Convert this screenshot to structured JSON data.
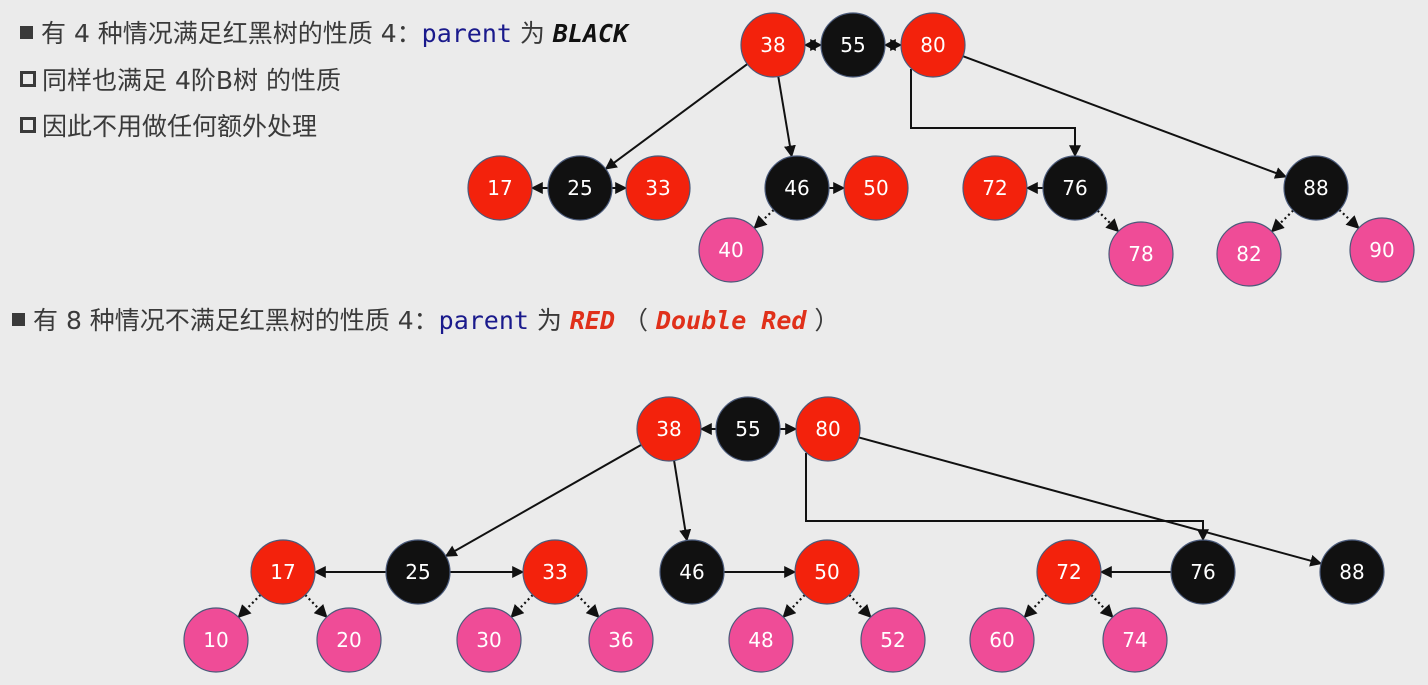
{
  "colors": {
    "red": "#f3220c",
    "black": "#111111",
    "pink": "#ef4c97",
    "node_stroke": "#4a5a7a"
  },
  "section1": {
    "bullet1": {
      "prefix": "有 4 种情况满足红黑树的性质 4：",
      "code": "parent",
      "mid": " 为 ",
      "emph": "BLACK"
    },
    "bullet2": "同样也满足 4阶B树 的性质",
    "bullet3": "因此不用做任何额外处理"
  },
  "section2": {
    "bullet1": {
      "prefix": "有 8 种情况不满足红黑树的性质 4：",
      "code": "parent",
      "mid": " 为 ",
      "emph1": "RED",
      "open": " （ ",
      "emph2": "Double Red",
      "close": " ）"
    }
  },
  "tree_top": {
    "nodes": [
      {
        "id": "t38",
        "label": "38",
        "color": "red"
      },
      {
        "id": "t55",
        "label": "55",
        "color": "black"
      },
      {
        "id": "t80",
        "label": "80",
        "color": "red"
      },
      {
        "id": "t17",
        "label": "17",
        "color": "red"
      },
      {
        "id": "t25",
        "label": "25",
        "color": "black"
      },
      {
        "id": "t33",
        "label": "33",
        "color": "red"
      },
      {
        "id": "t46",
        "label": "46",
        "color": "black"
      },
      {
        "id": "t50",
        "label": "50",
        "color": "red"
      },
      {
        "id": "t40",
        "label": "40",
        "color": "pink"
      },
      {
        "id": "t72",
        "label": "72",
        "color": "red"
      },
      {
        "id": "t76",
        "label": "76",
        "color": "black"
      },
      {
        "id": "t78",
        "label": "78",
        "color": "pink"
      },
      {
        "id": "t88",
        "label": "88",
        "color": "black"
      },
      {
        "id": "t82",
        "label": "82",
        "color": "pink"
      },
      {
        "id": "t90",
        "label": "90",
        "color": "pink"
      }
    ]
  },
  "tree_bottom": {
    "nodes": [
      {
        "id": "b38",
        "label": "38",
        "color": "red"
      },
      {
        "id": "b55",
        "label": "55",
        "color": "black"
      },
      {
        "id": "b80",
        "label": "80",
        "color": "red"
      },
      {
        "id": "b17",
        "label": "17",
        "color": "red"
      },
      {
        "id": "b25",
        "label": "25",
        "color": "black"
      },
      {
        "id": "b33",
        "label": "33",
        "color": "red"
      },
      {
        "id": "b46",
        "label": "46",
        "color": "black"
      },
      {
        "id": "b50",
        "label": "50",
        "color": "red"
      },
      {
        "id": "b72",
        "label": "72",
        "color": "red"
      },
      {
        "id": "b76",
        "label": "76",
        "color": "black"
      },
      {
        "id": "b88",
        "label": "88",
        "color": "black"
      },
      {
        "id": "b10",
        "label": "10",
        "color": "pink"
      },
      {
        "id": "b20",
        "label": "20",
        "color": "pink"
      },
      {
        "id": "b30",
        "label": "30",
        "color": "pink"
      },
      {
        "id": "b36",
        "label": "36",
        "color": "pink"
      },
      {
        "id": "b48",
        "label": "48",
        "color": "pink"
      },
      {
        "id": "b52",
        "label": "52",
        "color": "pink"
      },
      {
        "id": "b60",
        "label": "60",
        "color": "pink"
      },
      {
        "id": "b74",
        "label": "74",
        "color": "pink"
      }
    ]
  }
}
